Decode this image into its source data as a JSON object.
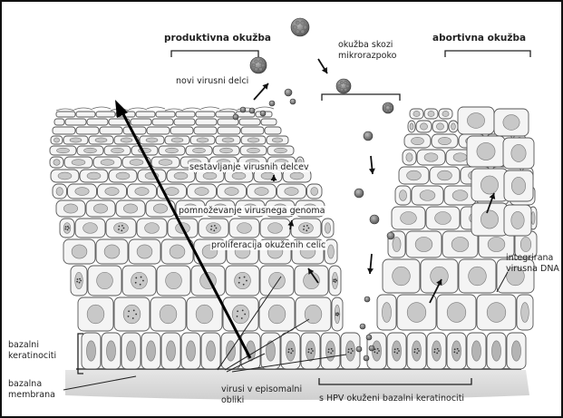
{
  "labels": {
    "productive_infection": "produktivna okužba",
    "abortive_infection": "abortivna okužba",
    "new_virus_particles": "novi virusni delci",
    "entry_line1": "okužba skozi",
    "entry_line2": "mikrorazpoko",
    "assembly": "sestavljanje virusnih delcev",
    "genome_amplification": "pomnoževanje virusnega genoma",
    "proliferation": "proliferacija okuženih celic",
    "integrated_line1": "integrirana",
    "integrated_line2": "virusna DNA",
    "basal_keratinocytes_line1": "bazalni",
    "basal_keratinocytes_line2": "keratinociti",
    "basal_membrane_line1": "bazalna",
    "basal_membrane_line2": "membrana",
    "episomal_line1": "virusi v episomalni",
    "episomal_line2": "obliki",
    "hpv_infected_basal": "s HPV okuženi bazalni keratinociti"
  },
  "colors": {
    "frame": "#111111",
    "cell_fill": "#f4f4f4",
    "cell_stroke": "#555555",
    "nucleus": "#c8c8c8",
    "basal_nucleus": "#b4b4b4",
    "membrane": "#d9d9d9",
    "virus": "#6e6e6e",
    "arrow": "#111111"
  },
  "icons": [
    "virus-particle-icon",
    "arrow-icon"
  ]
}
